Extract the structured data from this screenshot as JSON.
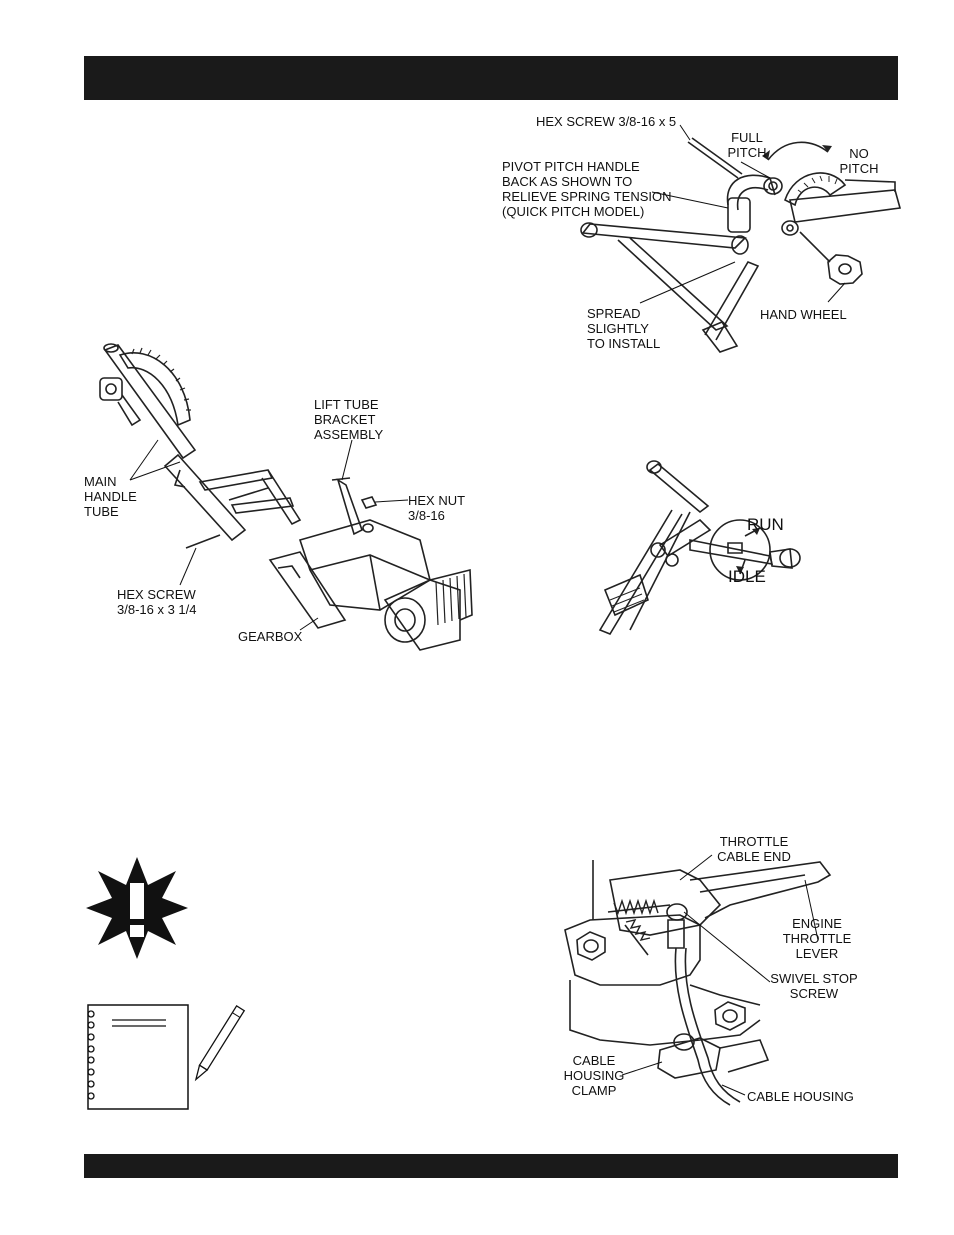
{
  "figure_pitch": {
    "hex_screw": "HEX SCREW 3/8-16 x 5",
    "full_pitch": "FULL\nPITCH",
    "no_pitch": "NO\nPITCH",
    "pivot_note": "PIVOT PITCH HANDLE\nBACK AS SHOWN TO\nRELIEVE SPRING TENSION\n(QUICK PITCH MODEL)",
    "spread_note": "SPREAD\nSLIGHTLY\nTO INSTALL",
    "hand_wheel": "HAND WHEEL"
  },
  "figure_handle": {
    "lift_tube": "LIFT TUBE\nBRACKET\nASSEMBLY",
    "main_handle": "MAIN\nHANDLE\nTUBE",
    "hex_nut": "HEX NUT\n3/8-16",
    "hex_screw": "HEX SCREW\n3/8-16 x 3 1/4",
    "gearbox": "GEARBOX"
  },
  "figure_throttle_switch": {
    "run": "RUN",
    "idle": "IDLE"
  },
  "figure_throttle_cable": {
    "cable_end": "THROTTLE\nCABLE END",
    "throttle_lever": "ENGINE\nTHROTTLE\nLEVER",
    "swivel_screw": "SWIVEL STOP\nSCREW",
    "housing_clamp": "CABLE\nHOUSING\nCLAMP",
    "cable_housing": "CABLE HOUSING"
  },
  "icons": {
    "warning": "warning-star-icon",
    "notes": "notebook-pencil-icon"
  }
}
